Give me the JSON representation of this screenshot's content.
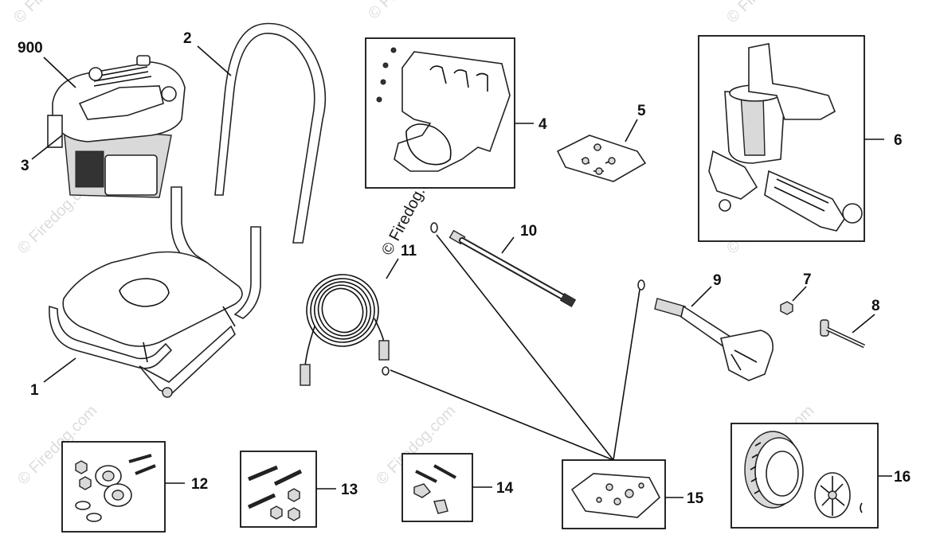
{
  "watermark": {
    "main_text": "© Firedog.com",
    "faint_text": "© Firedog.com"
  },
  "labels": {
    "l900": "900",
    "l1": "1",
    "l2": "2",
    "l3": "3",
    "l4": "4",
    "l5": "5",
    "l6": "6",
    "l7": "7",
    "l8": "8",
    "l9": "9",
    "l10": "10",
    "l11": "11",
    "l12": "12",
    "l13": "13",
    "l14": "14",
    "l15": "15",
    "l16": "16"
  }
}
